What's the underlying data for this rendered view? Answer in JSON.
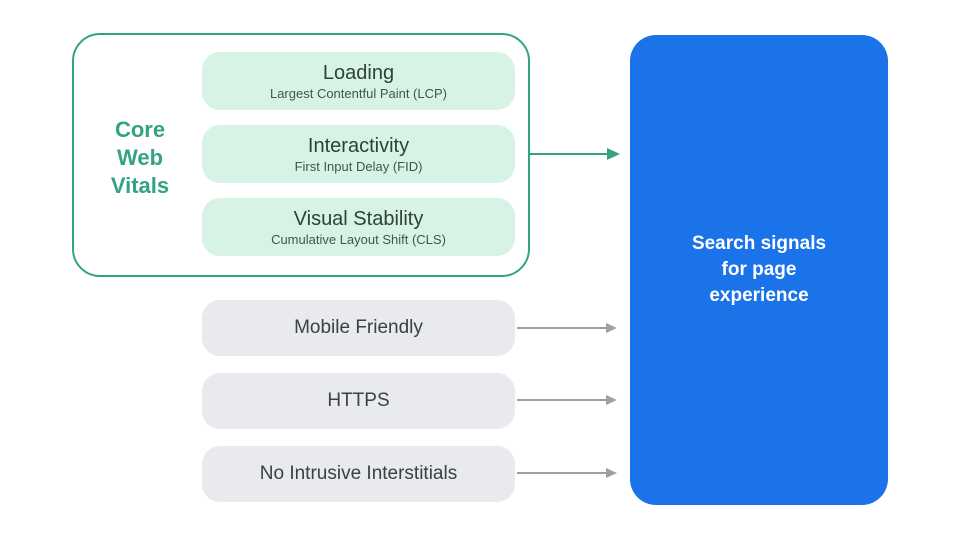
{
  "colors": {
    "accent_green": "#34a284",
    "mint_fill": "#d6f3e5",
    "panel_blue": "#1a73e8",
    "signal_gray": "#e8eaed",
    "arrow_gray": "#9aa0a6",
    "vital_title_text": "#2e4038",
    "vital_subtitle_text": "#44554b",
    "signal_text": "#3c4043",
    "panel_text": "#ffffff"
  },
  "core_web_vitals": {
    "label_lines": [
      "Core",
      "Web",
      "Vitals"
    ],
    "vitals": [
      {
        "title": "Loading",
        "subtitle": "Largest Contentful Paint (LCP)"
      },
      {
        "title": "Interactivity",
        "subtitle": "First Input Delay (FID)"
      },
      {
        "title": "Visual Stability",
        "subtitle": "Cumulative Layout Shift (CLS)"
      }
    ]
  },
  "other_signals": [
    {
      "label": "Mobile Friendly"
    },
    {
      "label": "HTTPS"
    },
    {
      "label": "No Intrusive Interstitials"
    }
  ],
  "result_panel": {
    "lines": [
      "Search signals",
      "for page",
      "experience"
    ]
  }
}
